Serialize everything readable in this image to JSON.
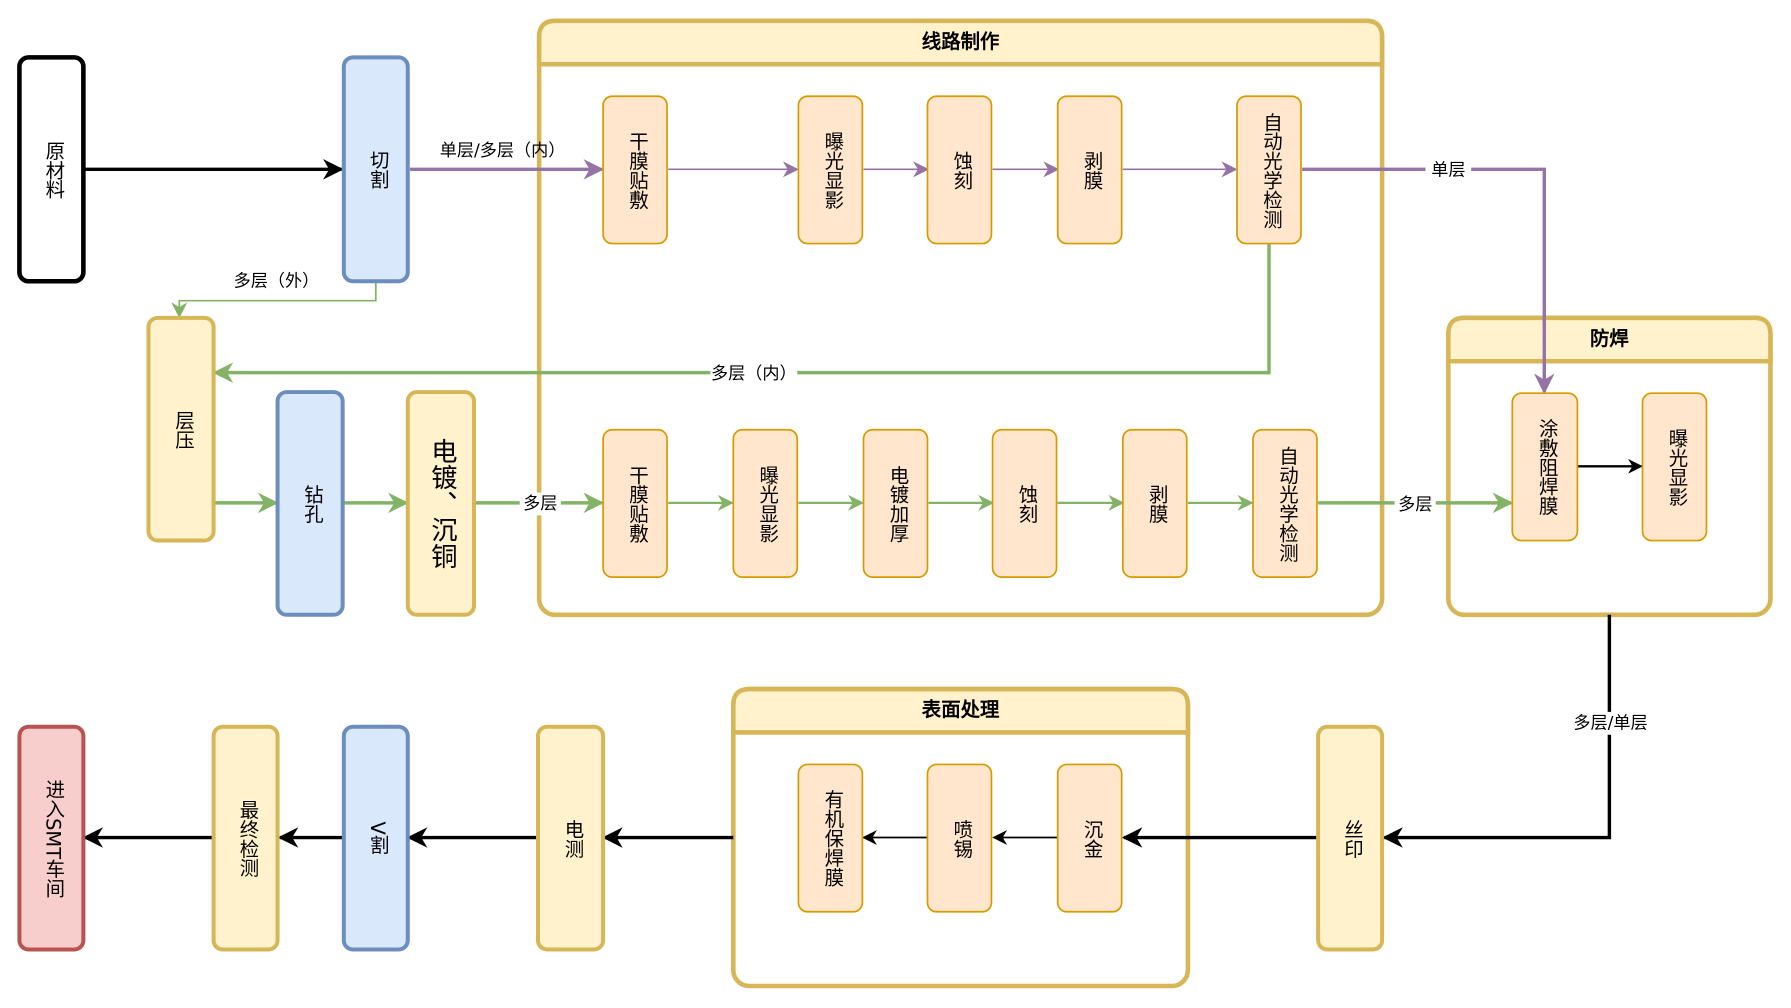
{
  "groups": {
    "circuit": {
      "title": "线路制作"
    },
    "solder_mask": {
      "title": "防焊"
    },
    "surface": {
      "title": "表面处理"
    }
  },
  "nodes": {
    "raw_material": "原材料",
    "cutting": "切割",
    "lamination": "层压",
    "drilling": "钻孔",
    "plating_copper": "电镀、沉铜",
    "top_film": "干膜贴敷",
    "top_expose": "曝光显影",
    "top_etch": "蚀刻",
    "top_strip": "剥膜",
    "top_aoi": "自动光学检测",
    "bot_film": "干膜贴敷",
    "bot_expose": "曝光显影",
    "bot_plate": "电镀加厚",
    "bot_etch": "蚀刻",
    "bot_strip": "剥膜",
    "bot_aoi": "自动光学检测",
    "mask_coat": "涂敷阻焊膜",
    "mask_expose": "曝光显影",
    "silkscreen": "丝印",
    "enig": "沉金",
    "hasl": "喷锡",
    "osp": "有机保焊膜",
    "e_test": "电测",
    "v_cut": "V割",
    "final_check": "最终检测",
    "smt": "进入SMT车间"
  },
  "edge_labels": {
    "single_multi_inner": "单层/多层（内）",
    "multi_outer": "多层（外）",
    "single": "单层",
    "multi_inner": "多层（内）",
    "multi_1": "多层",
    "multi_2": "多层",
    "multi_single": "多层/单层"
  },
  "colors": {
    "purple": "#9673a6",
    "green": "#82b366",
    "black": "#000000",
    "yellow_stroke": "#d6b656",
    "yellow_fill": "#fff2cc",
    "blue_stroke": "#6c8ebf",
    "blue_fill": "#dae8fc",
    "orange_stroke": "#d79b00",
    "orange_fill": "#ffe6cc",
    "red_stroke": "#b85450",
    "red_fill": "#f8cecc"
  }
}
